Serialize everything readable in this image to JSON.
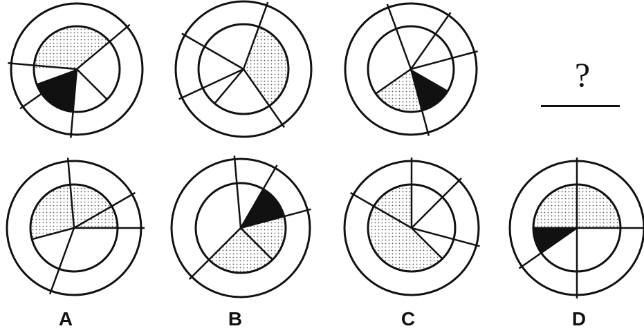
{
  "colors": {
    "ink": "#111111",
    "background": "#ffffff",
    "solid_fill": "#111111",
    "dotted_fill": "#b8b8b8"
  },
  "question": {
    "mark": "?"
  },
  "options": [
    {
      "label": "A"
    },
    {
      "label": "B"
    },
    {
      "label": "C"
    },
    {
      "label": "D"
    }
  ],
  "figures": [
    {
      "id": "row1-fig1",
      "rays": [
        40,
        175,
        215,
        265,
        315
      ],
      "spokes": [
        40,
        175,
        215,
        265
      ],
      "wedges": [
        {
          "from": 40,
          "to": 180,
          "fill": "dotted"
        },
        {
          "from": 200,
          "to": 265,
          "fill": "solid"
        }
      ]
    },
    {
      "id": "row1-fig2",
      "rays": [
        70,
        150,
        205,
        230,
        305
      ],
      "spokes": [
        70,
        150,
        205,
        305
      ],
      "wedges": [
        {
          "from": 305,
          "to": 430,
          "fill": "dotted"
        }
      ]
    },
    {
      "id": "row1-fig3",
      "rays": [
        15,
        55,
        110,
        215,
        285
      ],
      "spokes": [
        15,
        55,
        110,
        285
      ],
      "wedges": [
        {
          "from": 215,
          "to": 285,
          "fill": "dotted"
        },
        {
          "from": 285,
          "to": 330,
          "fill": "solid"
        }
      ]
    },
    {
      "id": "row2-fig1",
      "rays": [
        0,
        30,
        95,
        195,
        250
      ],
      "spokes": [
        0,
        30,
        95,
        250
      ],
      "wedges": [
        {
          "from": 0,
          "to": 195,
          "fill": "dotted"
        }
      ]
    },
    {
      "id": "row2-fig2",
      "rays": [
        15,
        60,
        95,
        225,
        315
      ],
      "spokes": [
        15,
        60,
        95,
        225
      ],
      "wedges": [
        {
          "from": 225,
          "to": 375,
          "fill": "dotted"
        },
        {
          "from": 15,
          "to": 60,
          "fill": "solid"
        }
      ]
    },
    {
      "id": "row2-fig3",
      "rays": [
        45,
        90,
        150,
        315,
        345
      ],
      "spokes": [
        45,
        90,
        150,
        345
      ],
      "wedges": [
        {
          "from": 90,
          "to": 150,
          "fill": "dotted"
        },
        {
          "from": 150,
          "to": 315,
          "fill": "dotted"
        }
      ]
    },
    {
      "id": "row2-fig4",
      "rays": [
        0,
        90,
        180,
        215,
        270
      ],
      "spokes": [
        0,
        90,
        215,
        270
      ],
      "wedges": [
        {
          "from": 0,
          "to": 180,
          "fill": "dotted"
        },
        {
          "from": 180,
          "to": 215,
          "fill": "solid"
        }
      ]
    }
  ]
}
